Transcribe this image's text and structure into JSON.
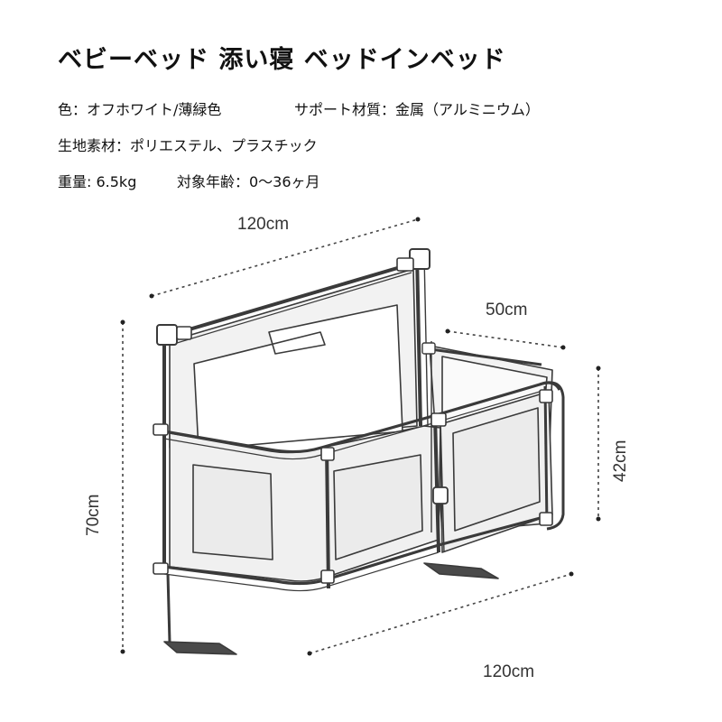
{
  "title": "ベビーベッド 添い寝 ベッドインベッド",
  "specs": {
    "color": "色：オフホワイト/薄緑色",
    "support_material": "サポート材質：金属（アルミニウム）",
    "fabric_material": "生地素材：ポリエステル、プラスチック",
    "weight": "重量: 6.5kg",
    "age": "対象年齢：0～36ヶ月"
  },
  "dimensions": {
    "top_width": "120cm",
    "depth": "50cm",
    "total_height": "70cm",
    "side_height": "42cm",
    "bottom_width": "120cm"
  },
  "colors": {
    "line": "#3a3a3a",
    "fabric": "#f2f2f2",
    "panel": "#ffffff"
  }
}
